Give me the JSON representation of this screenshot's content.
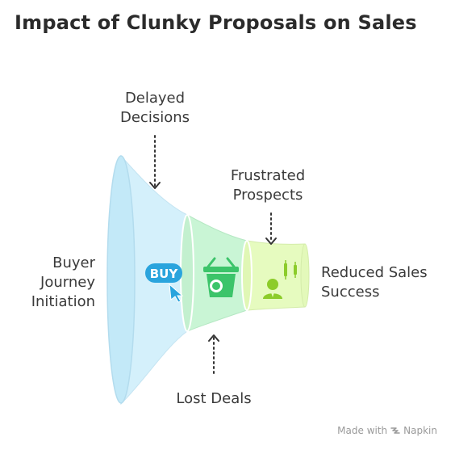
{
  "title": "Impact of Clunky Proposals on Sales",
  "stages": [
    {
      "label": "Buyer\nJourney\nInitiation",
      "icon": "buy-icon",
      "color": "#d4f0fb"
    },
    {
      "label": "Lost Deals",
      "icon": "basket-icon",
      "color": "#c9f5d5"
    },
    {
      "label": "Reduced Sales\nSuccess",
      "icon": "businessman-chart-icon",
      "color": "#e6fbbf"
    }
  ],
  "callouts": {
    "delayed": "Delayed\nDecisions",
    "frustrated": "Frustrated\nProspects"
  },
  "icon_texts": {
    "buy": "BUY"
  },
  "credit": {
    "prefix": "Made with",
    "brand": "Napkin"
  },
  "colors": {
    "stage1": "#d4f0fb",
    "stage2": "#c9f5d5",
    "stage3": "#e6fbbf",
    "buy_icon": "#2aa4dd",
    "basket_icon": "#3cc46a",
    "person_icon": "#8ccc2a"
  }
}
